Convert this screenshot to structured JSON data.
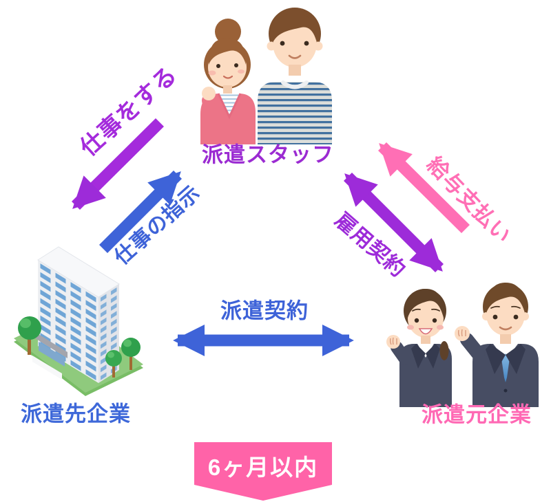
{
  "diagram": {
    "title_implicit": "",
    "nodes": {
      "staff": {
        "label": "派遣スタッフ",
        "color": "#9B2BD2",
        "icon": "casual-man-and-woman-illustration"
      },
      "client": {
        "label": "派遣先企業",
        "color": "#3E68D9",
        "icon": "office-building-illustration"
      },
      "agency": {
        "label": "派遣元企業",
        "color": "#FF69B4",
        "icon": "suited-man-and-woman-illustration"
      }
    },
    "arrows": {
      "work_do": {
        "label": "仕事をする",
        "color": "#A42BDC",
        "from": "派遣スタッフ",
        "to": "派遣先企業",
        "heads": "single"
      },
      "work_instruction": {
        "label": "仕事の指示",
        "color": "#3E63D8",
        "from": "派遣先企業",
        "to": "派遣スタッフ",
        "heads": "single"
      },
      "salary": {
        "label": "給与支払い",
        "color": "#FF6FB5",
        "from": "派遣元企業",
        "to": "派遣スタッフ",
        "heads": "single"
      },
      "employment": {
        "label": "雇用契約",
        "color": "#9D2BD9",
        "from": "派遣スタッフ",
        "to": "派遣元企業",
        "heads": "double"
      },
      "dispatch": {
        "label": "派遣契約",
        "color": "#3E63D8",
        "from": "派遣先企業",
        "to": "派遣元企業",
        "heads": "double"
      }
    },
    "banner": {
      "label": "6ヶ月以内",
      "bg": "#FF63A8",
      "text_color": "#FFFFFF"
    }
  }
}
